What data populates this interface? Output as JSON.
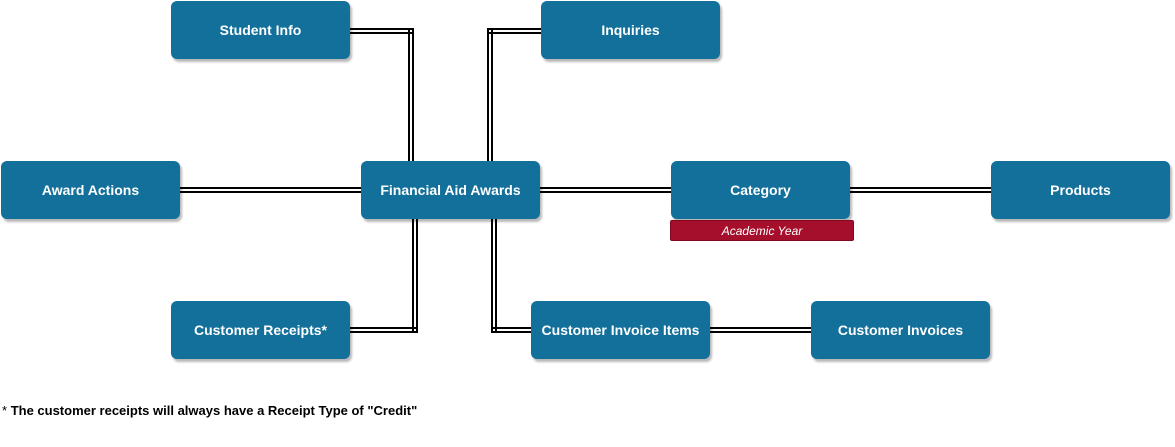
{
  "diagram": {
    "nodes": {
      "student_info": "Student Info",
      "inquiries": "Inquiries",
      "award_actions": "Award Actions",
      "financial_aid_awards": "Financial Aid Awards",
      "category": "Category",
      "products": "Products",
      "customer_receipts": "Customer Receipts*",
      "customer_invoice_items": "Customer Invoice Items",
      "customer_invoices": "Customer Invoices"
    },
    "category_tag": "Academic Year",
    "colors": {
      "node_fill": "#13709b",
      "node_text": "#ffffff",
      "tag_fill": "#a60f2b",
      "connector": "#000000"
    }
  },
  "footnote": {
    "marker": "*",
    "text": "The customer receipts will always have a Receipt Type of \"Credit\""
  }
}
